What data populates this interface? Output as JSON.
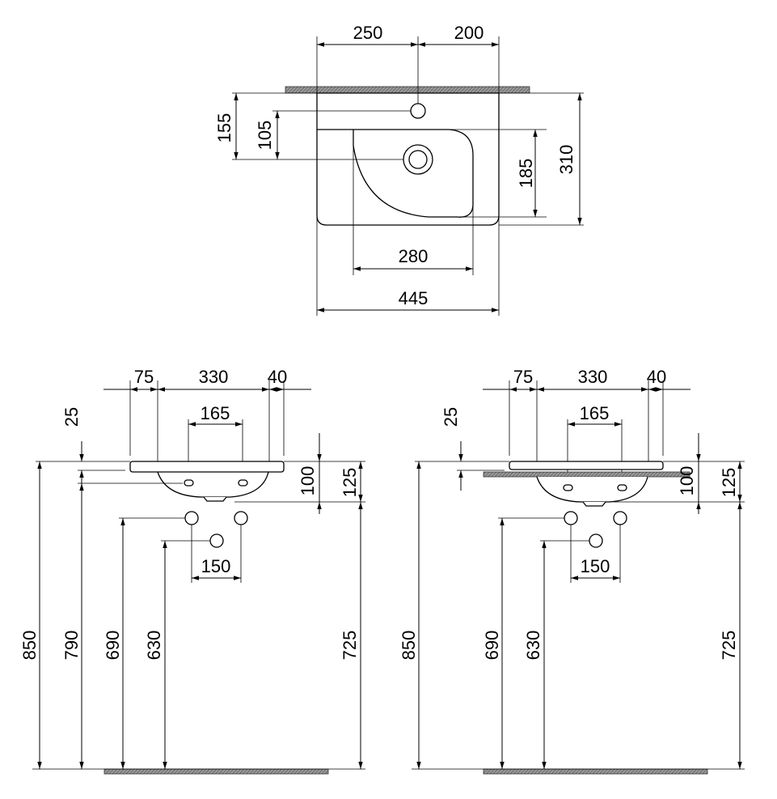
{
  "top_view": {
    "dims": {
      "left_to_tap": "250",
      "tap_to_right": "200",
      "wall_to_drain": "155",
      "tap_to_drain": "105",
      "bowl_depth": "185",
      "total_depth": "310",
      "bowl_width": "280",
      "total_width": "445"
    }
  },
  "front_view_wall": {
    "dims": {
      "left_margin": "75",
      "center_width": "330",
      "right_margin": "40",
      "overflow_spacing": "165",
      "slab_thickness": "25",
      "basin_height": "100",
      "total_basin_height": "125",
      "pipe_spacing": "150",
      "top_height": "850",
      "overflow_height": "790",
      "pipe_height": "690",
      "drain_height": "630",
      "bottom_height": "725"
    }
  },
  "front_view_shelf": {
    "dims": {
      "left_margin": "75",
      "center_width": "330",
      "right_margin": "40",
      "overflow_spacing": "165",
      "slab_thickness": "25",
      "basin_height": "100",
      "total_basin_height": "125",
      "pipe_spacing": "150",
      "top_height": "850",
      "pipe_height": "690",
      "drain_height": "630",
      "bottom_height": "725"
    }
  }
}
